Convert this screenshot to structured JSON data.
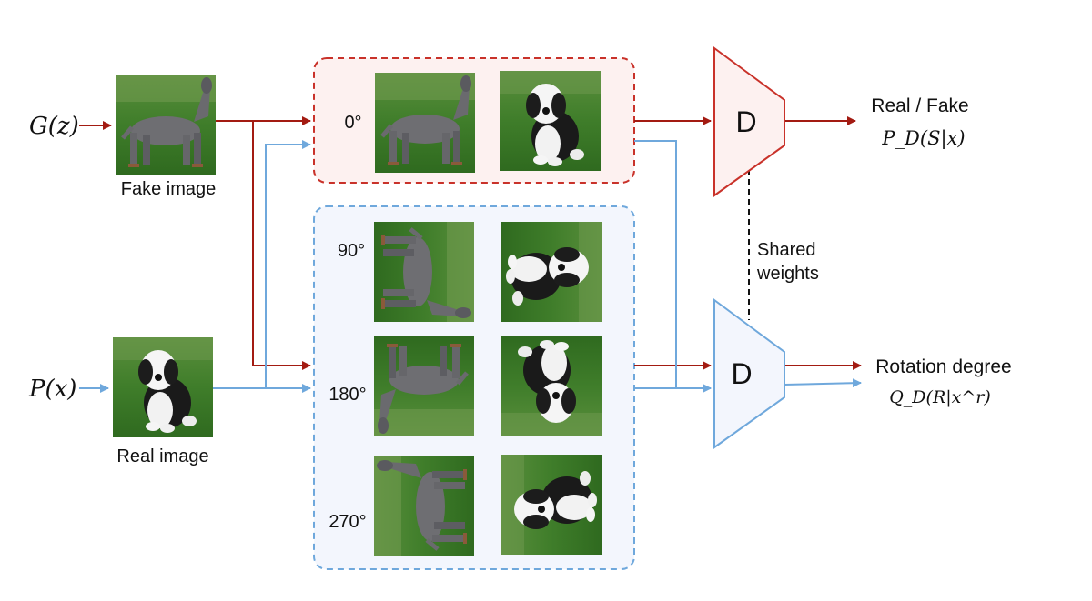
{
  "inputs": {
    "gz": "G(z)",
    "px": "P(x)"
  },
  "labels": {
    "fake_image": "Fake image",
    "real_image": "Real image",
    "shared_weights_line1": "Shared",
    "shared_weights_line2": "weights"
  },
  "rotations": {
    "r0": "0°",
    "r90": "90°",
    "r180": "180°",
    "r270": "270°"
  },
  "discriminator": {
    "top_label": "D",
    "bottom_label": "D"
  },
  "outputs": {
    "real_fake": "Real / Fake",
    "pd_formula": "P_D(S|x)",
    "rotation_degree": "Rotation degree",
    "qd_formula": "Q_D(R|x^r)"
  },
  "images": {
    "fake_dog": "fake-dog-image",
    "real_dog": "real-dog-image"
  },
  "colors": {
    "fake_path": "#a31b12",
    "real_path": "#6fa8dc",
    "fake_box_fill": "#fdf1f0",
    "fake_box_stroke": "#c9322a",
    "real_box_fill": "#f3f6fd",
    "real_box_stroke": "#6fa8dc",
    "grass": "#3f7d2a"
  }
}
